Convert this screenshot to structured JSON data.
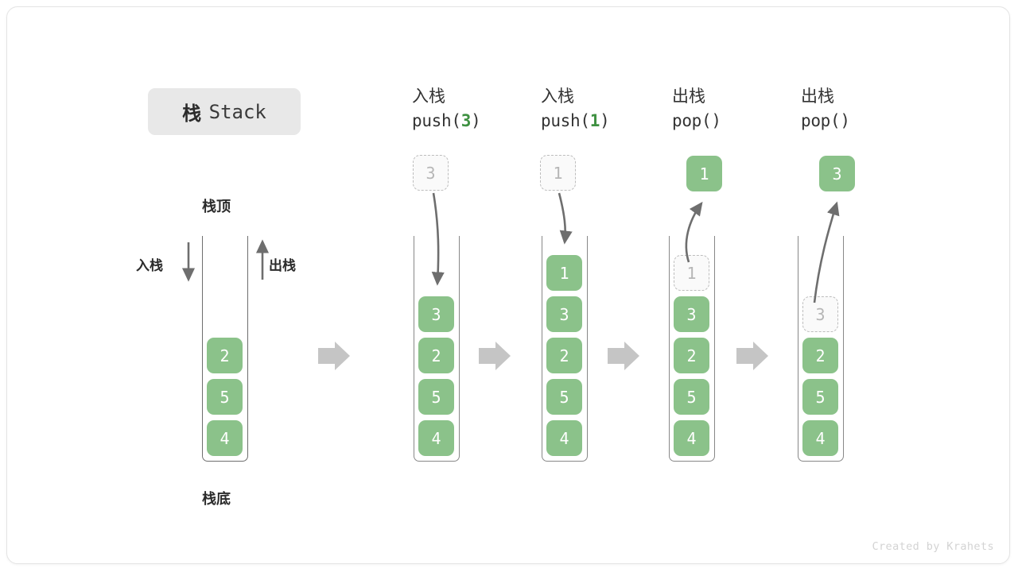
{
  "title": {
    "cn": "栈",
    "en": "Stack"
  },
  "labels": {
    "top": "栈顶",
    "bottom": "栈底",
    "push_side": "入栈",
    "pop_side": "出栈"
  },
  "colors": {
    "cell_fill": "#8bc28a",
    "cell_text": "#ffffff",
    "ghost_border": "#bdbdbd",
    "ghost_text": "#b6b6b6",
    "accent_green": "#3f9142",
    "arrow_gray": "#6e6e6e",
    "block_arrow_gray": "#c5c5c5",
    "chip_bg": "#e8e8e8"
  },
  "stages": [
    {
      "id": "initial",
      "caption_cn": "",
      "caption_code_pre": "",
      "caption_code_arg": "",
      "caption_code_post": "",
      "cells": [
        "2",
        "5",
        "4"
      ],
      "ghost_value": "",
      "float_value": ""
    },
    {
      "id": "push-3",
      "caption_cn": "入栈",
      "caption_code_pre": "push(",
      "caption_code_arg": "3",
      "caption_code_post": ")",
      "cells": [
        "3",
        "2",
        "5",
        "4"
      ],
      "ghost_value": "3",
      "float_value": ""
    },
    {
      "id": "push-1",
      "caption_cn": "入栈",
      "caption_code_pre": "push(",
      "caption_code_arg": "1",
      "caption_code_post": ")",
      "cells": [
        "1",
        "3",
        "2",
        "5",
        "4"
      ],
      "ghost_value": "1",
      "float_value": ""
    },
    {
      "id": "pop-1",
      "caption_cn": "出栈",
      "caption_code_pre": "pop(",
      "caption_code_arg": "",
      "caption_code_post": ")",
      "cells": [
        "3",
        "2",
        "5",
        "4"
      ],
      "ghost_value": "1",
      "float_value": "1"
    },
    {
      "id": "pop-3",
      "caption_cn": "出栈",
      "caption_code_pre": "pop(",
      "caption_code_arg": "",
      "caption_code_post": ")",
      "cells": [
        "2",
        "5",
        "4"
      ],
      "ghost_value": "3",
      "float_value": "3"
    }
  ],
  "credit": "Created by Krahets"
}
